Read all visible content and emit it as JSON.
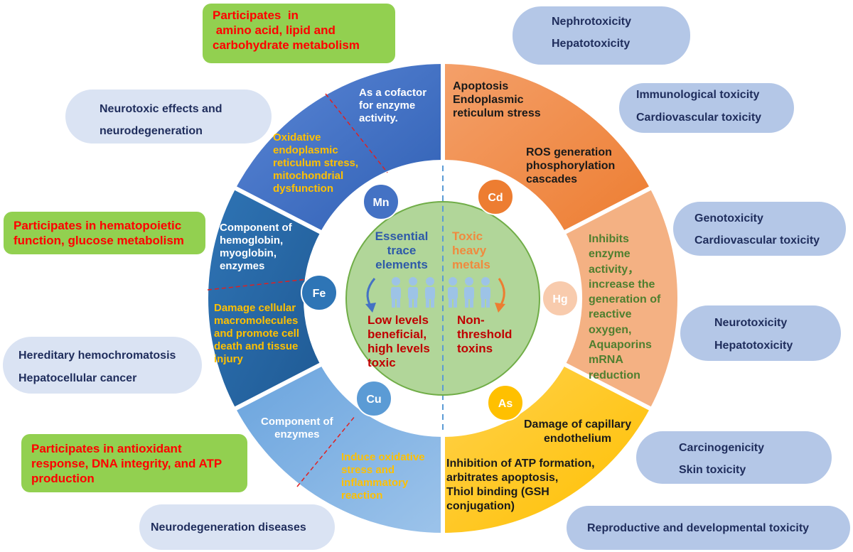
{
  "center": {
    "essential": [
      "Essential",
      "trace",
      "elements"
    ],
    "toxic": [
      "Toxic",
      "heavy",
      "metals"
    ],
    "essential_effect": [
      "Low levels",
      "beneficial,",
      "high levels",
      "toxic"
    ],
    "toxic_effect": [
      "Non-",
      "threshold",
      "toxins"
    ]
  },
  "metals": {
    "mn": "Mn",
    "fe": "Fe",
    "cu": "Cu",
    "cd": "Cd",
    "hg": "Hg",
    "as": "As"
  },
  "mn": {
    "function": [
      "As a cofactor",
      "for enzyme",
      "activity."
    ],
    "toxicity": [
      "Oxidative",
      "endoplasmic",
      "reticulum stress,",
      "mitochondrial",
      "dysfunction"
    ],
    "participates": [
      "Participates  in",
      " amino acid, lipid and",
      "carbohydrate metabolism"
    ],
    "effects": [
      "Neurotoxic effects and",
      "neurodegeneration"
    ]
  },
  "fe": {
    "function": [
      "Component of",
      "hemoglobin,",
      "myoglobin,",
      "enzymes"
    ],
    "toxicity": [
      "Damage cellular",
      "macromolecules",
      "and promote cell",
      "death and tissue",
      "injury"
    ],
    "participates": [
      "Participates in hematopoietic",
      "function, glucose metabolism"
    ],
    "effects": [
      "Hereditary hemochromatosis",
      "Hepatocellular cancer"
    ]
  },
  "cu": {
    "function": [
      "Component of",
      "enzymes"
    ],
    "toxicity": [
      "Induce oxidative",
      "stress and",
      "inflammatory",
      "reaction"
    ],
    "participates": [
      "Participates in antioxidant",
      "response, DNA integrity, and ATP",
      "production"
    ],
    "effects": [
      "Neurodegeneration diseases"
    ]
  },
  "cd": {
    "mechanism1": [
      "Apoptosis",
      "Endoplasmic",
      "reticulum stress"
    ],
    "mechanism2": [
      "ROS generation",
      "phosphorylation",
      "cascades"
    ],
    "effects1": [
      "Nephrotoxicity",
      "Hepatotoxicity"
    ],
    "effects2": [
      "Immunological toxicity",
      "Cardiovascular toxicity"
    ]
  },
  "hg": {
    "mechanism": [
      "Inhibits",
      "enzyme",
      "activity，",
      "increase  the",
      "generation of",
      "reactive",
      "oxygen,",
      " Aquaporins",
      "mRNA",
      "reduction"
    ],
    "effects1": [
      "Genotoxicity",
      "Cardiovascular toxicity"
    ],
    "effects2": [
      "Neurotoxicity",
      "Hepatotoxicity"
    ]
  },
  "as": {
    "mechanism1": [
      "Damage of capillary",
      "endothelium"
    ],
    "mechanism2": [
      "Inhibition of ATP formation,",
      "arbitrates apoptosis,",
      "Thiol binding (GSH",
      "conjugation)"
    ],
    "effects1": [
      "Carcinogenicity",
      "Skin toxicity"
    ],
    "effects2": [
      "Reproductive and developmental toxicity"
    ]
  },
  "colors": {
    "mn_sector": "#4472c4",
    "fe_sector": "#2e75b6",
    "cu_sector": "#5b9bd5",
    "cd_sector": "#ed7d31",
    "hg_sector": "#f4b183",
    "as_sector": "#ffc000",
    "center_circle": "#a9d18e",
    "green_box": "#92d050",
    "pill_box": "#b4c7e7"
  }
}
